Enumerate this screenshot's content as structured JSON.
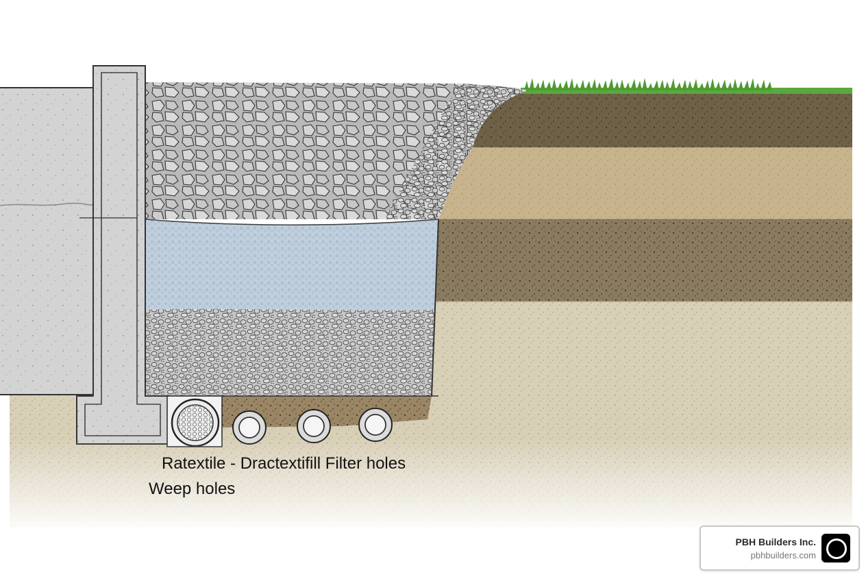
{
  "labels": {
    "line1": "Ratextile - Dractextifill Filter holes",
    "line2": "Weep holes"
  },
  "brand": {
    "name": "PBH Builders Inc.",
    "url": "pbhbuilders.com",
    "logo_icon": "circle-logo-icon"
  },
  "colors": {
    "concrete": "#d3d3d3",
    "rock": "#b9b9b9",
    "filter_fabric": "#bfcfde",
    "gravel": "#c6c6c6",
    "topsoil": "#6e6148",
    "sand": "#c7b48d",
    "dark_soil": "#8a7b5f",
    "ground": "#d8cfb7",
    "grass": "#5aa83d"
  },
  "drain_pipes": {
    "count": 4
  }
}
